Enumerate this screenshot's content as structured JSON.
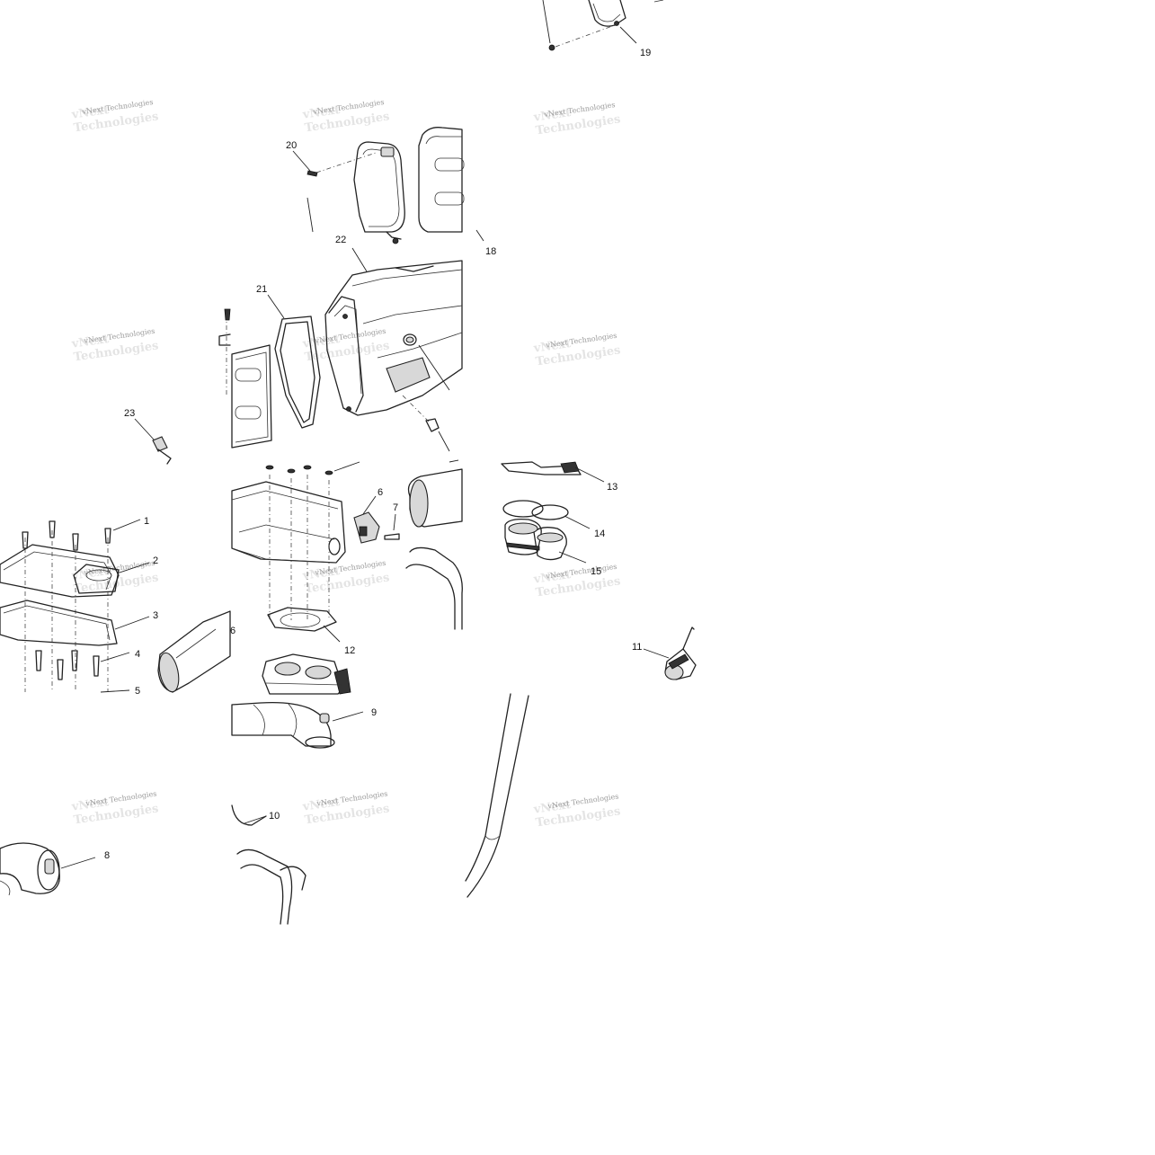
{
  "watermark": "vNext Technologies",
  "callouts": [
    {
      "id": "c1",
      "text": "1"
    },
    {
      "id": "c2",
      "text": "2"
    },
    {
      "id": "c3",
      "text": "3"
    },
    {
      "id": "c4",
      "text": "4"
    },
    {
      "id": "c5",
      "text": "5"
    },
    {
      "id": "c6a",
      "text": "6"
    },
    {
      "id": "c6b",
      "text": "6"
    },
    {
      "id": "c7",
      "text": "7"
    },
    {
      "id": "c8",
      "text": "8"
    },
    {
      "id": "c9",
      "text": "9"
    },
    {
      "id": "c10",
      "text": "10"
    },
    {
      "id": "c11",
      "text": "11"
    },
    {
      "id": "c12",
      "text": "12"
    },
    {
      "id": "c13",
      "text": "13"
    },
    {
      "id": "c14",
      "text": "14"
    },
    {
      "id": "c15",
      "text": "15"
    },
    {
      "id": "c18",
      "text": "18"
    },
    {
      "id": "c19",
      "text": "19"
    },
    {
      "id": "c20",
      "text": "20"
    },
    {
      "id": "c21",
      "text": "21"
    },
    {
      "id": "c22",
      "text": "22"
    },
    {
      "id": "c23",
      "text": "23"
    }
  ]
}
